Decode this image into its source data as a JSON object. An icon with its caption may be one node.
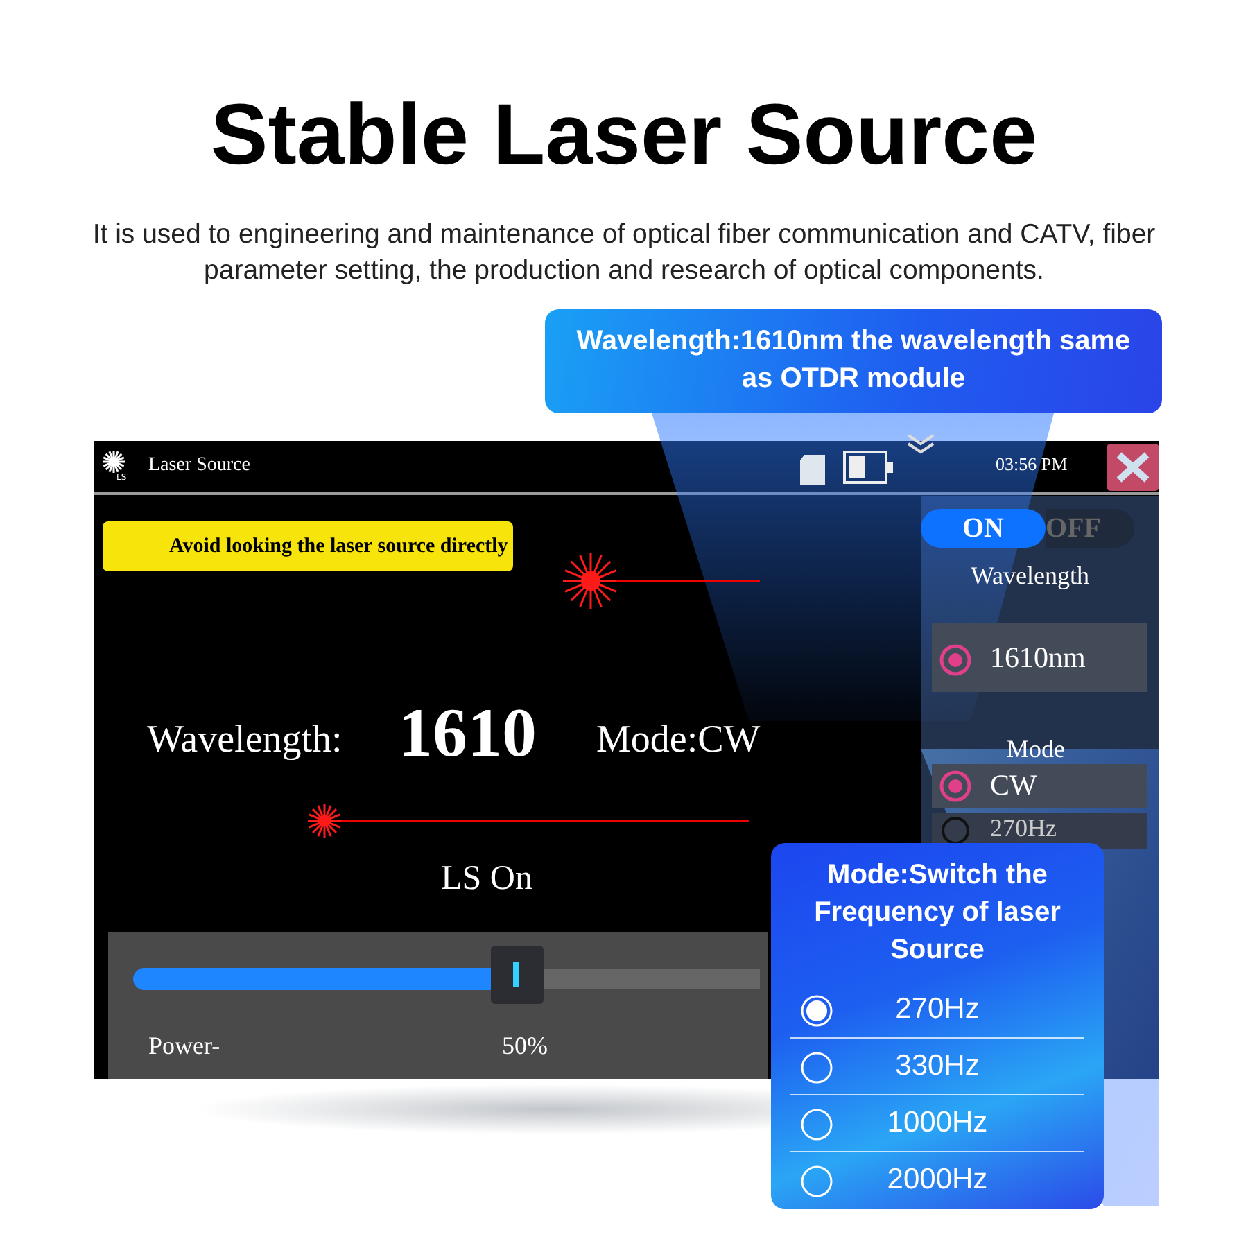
{
  "diagram": {
    "title": "Stable Laser Source",
    "caption": "It is used to engineering and maintenance of optical fiber communication and CATV, fiber parameter setting, the production and research of optical components.",
    "nodes": [
      {
        "text": [
          "Wavelength:1610nm the wavelength same as OTDR module"
        ]
      },
      {
        "text": [
          "Mode:Switch the Frequency of laser Source",
          "270Hz",
          "330Hz",
          "1000Hz",
          "2000Hz"
        ]
      }
    ],
    "edges": [],
    "labels": [
      "LS",
      "Laser Source",
      "03:56 PM",
      "Avoid looking the laser source directly",
      "ON",
      "OFF",
      "Wavelength",
      "1610nm",
      "Wavelength:",
      "1610",
      "Mode:CW",
      "Mode",
      "CW",
      "270Hz",
      "LS On",
      "Power-",
      "50%"
    ]
  }
}
